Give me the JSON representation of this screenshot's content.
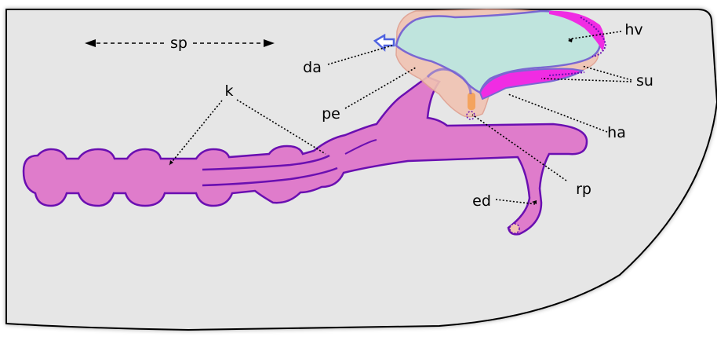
{
  "labels": {
    "sp": "sp",
    "k": "k",
    "da": "da",
    "pe": "pe",
    "hv": "hv",
    "su": "su",
    "ha": "ha",
    "rp": "rp",
    "ed": "ed"
  },
  "colors": {
    "background": "#e6e6e6",
    "kidney_fill": "#df7ccb",
    "kidney_stroke": "#6a0fb1",
    "heart_fill": "#bfe4dd",
    "pericardium_fill": "#f1c3b2",
    "heart_stroke": "#7a67d2",
    "magenta": "#f02ce3",
    "orange": "#f4a35e"
  }
}
